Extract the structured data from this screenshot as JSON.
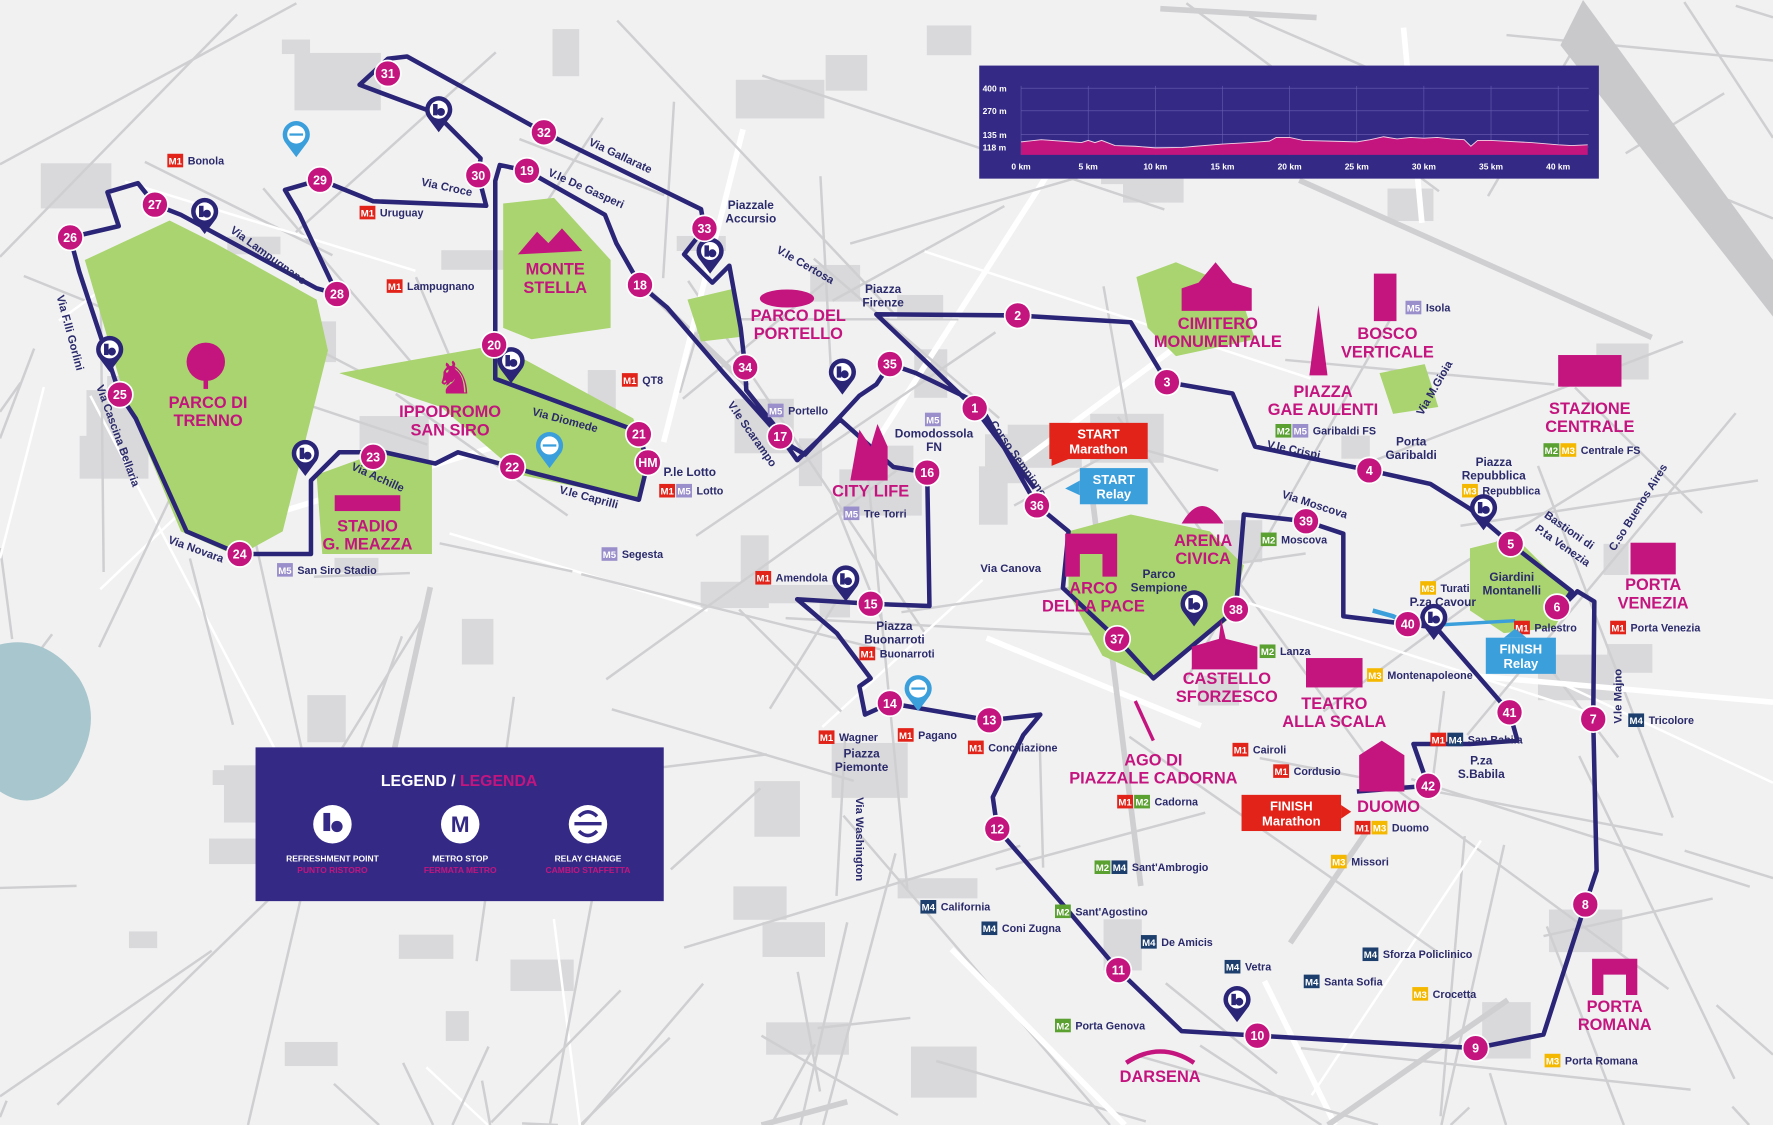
{
  "colors": {
    "route": "#2b2577",
    "marker": "#c4157f",
    "park": "#a9d46f",
    "relay": "#3b9fdc",
    "finish": "#e2231a",
    "panel": "#342a86",
    "M1": "#e2231a",
    "M2": "#5aa131",
    "M3": "#f5b800",
    "M4": "#1d3f6e",
    "M5": "#9b8fcb"
  },
  "markers": [
    "1",
    "2",
    "3",
    "4",
    "5",
    "6",
    "7",
    "8",
    "9",
    "10",
    "11",
    "12",
    "13",
    "14",
    "15",
    "16",
    "17",
    "18",
    "19",
    "20",
    "21",
    "HM",
    "22",
    "23",
    "24",
    "25",
    "26",
    "27",
    "28",
    "29",
    "30",
    "31",
    "32",
    "33",
    "34",
    "35",
    "36",
    "37",
    "38",
    "39",
    "40",
    "41",
    "42"
  ],
  "landmarks": [
    [
      "MONTE",
      "STELLA"
    ],
    [
      "PARCO DEL",
      "PORTELLO"
    ],
    [
      "CIMITERO",
      "MONUMENTALE"
    ],
    [
      "BOSCO",
      "VERTICALE"
    ],
    [
      "PIAZZA",
      "GAE AULENTI"
    ],
    [
      "STAZIONE",
      "CENTRALE"
    ],
    [
      "PARCO DI",
      "TRENNO"
    ],
    [
      "IPPODROMO",
      "SAN SIRO"
    ],
    [
      "STADIO",
      "G. MEAZZA"
    ],
    [
      "CITY LIFE"
    ],
    [
      "ARENA",
      "CIVICA"
    ],
    [
      "ARCO",
      "DELLA PACE"
    ],
    [
      "PORTA",
      "VENEZIA"
    ],
    [
      "CASTELLO",
      "SFORZESCO"
    ],
    [
      "TEATRO",
      "ALLA SCALA"
    ],
    [
      "AGO DI",
      "PIAZZALE CADORNA"
    ],
    [
      "DUOMO"
    ],
    [
      "PORTA",
      "ROMANA"
    ],
    [
      "DARSENA"
    ]
  ],
  "streets": [
    "Via Gallarate",
    "V.le De Gasperi",
    "Via Croce",
    "Via Lampugnano",
    "Via F.lli Gorlini",
    "Via Cascina Bellaria",
    "Via Novara",
    "Via Achille",
    "Via Diomede",
    "V.le Caprilli",
    "V.le Scarampo",
    "V.le Certosa",
    "Corso Sempione",
    "Via Canova",
    "Via Moscova",
    "V.le Crispi",
    "Via M.Gioia",
    "Bastioni di",
    "P.ta Venezia",
    "C.so Buenos Aires",
    "V.le Majno",
    "Via Washington"
  ],
  "places": [
    [
      "Piazzale",
      "Accursio"
    ],
    [
      "Piazza",
      "Firenze"
    ],
    [
      "P.le Lotto"
    ],
    [
      "Piazza",
      "Buonarroti"
    ],
    [
      "Piazza",
      "Piemonte"
    ],
    [
      "Porta",
      "Garibaldi"
    ],
    [
      "Piazza",
      "Repubblica"
    ],
    [
      "Parco",
      "Sempione"
    ],
    [
      "Giardini",
      "Montanelli"
    ],
    [
      "P.za Cavour"
    ],
    [
      "P.za",
      "S.Babila"
    ],
    [
      "Domodossola",
      "FN"
    ]
  ],
  "metro_stops": [
    {
      "name": "Bonola",
      "lines": [
        "M1"
      ]
    },
    {
      "name": "Uruguay",
      "lines": [
        "M1"
      ]
    },
    {
      "name": "Lampugnano",
      "lines": [
        "M1"
      ]
    },
    {
      "name": "QT8",
      "lines": [
        "M1"
      ]
    },
    {
      "name": "Portello",
      "lines": [
        "M5"
      ]
    },
    {
      "name": "",
      "lines": [
        "M5"
      ]
    },
    {
      "name": "Lotto",
      "lines": [
        "M1",
        "M5"
      ]
    },
    {
      "name": "Segesta",
      "lines": [
        "M5"
      ]
    },
    {
      "name": "San Siro Stadio",
      "lines": [
        "M5"
      ]
    },
    {
      "name": "Tre Torri",
      "lines": [
        "M5"
      ]
    },
    {
      "name": "Amendola",
      "lines": [
        "M1"
      ]
    },
    {
      "name": "Buonarroti",
      "lines": [
        "M1"
      ]
    },
    {
      "name": "Wagner",
      "lines": [
        "M1"
      ]
    },
    {
      "name": "Pagano",
      "lines": [
        "M1"
      ]
    },
    {
      "name": "Conciliazione",
      "lines": [
        "M1"
      ]
    },
    {
      "name": "Isola",
      "lines": [
        "M5"
      ]
    },
    {
      "name": "Garibaldi FS",
      "lines": [
        "M2",
        "M5"
      ]
    },
    {
      "name": "Centrale FS",
      "lines": [
        "M2",
        "M3"
      ]
    },
    {
      "name": "Repubblica",
      "lines": [
        "M3"
      ]
    },
    {
      "name": "Moscova",
      "lines": [
        "M2"
      ]
    },
    {
      "name": "Turati",
      "lines": [
        "M3"
      ]
    },
    {
      "name": "Palestro",
      "lines": [
        "M1"
      ]
    },
    {
      "name": "Porta Venezia",
      "lines": [
        "M1"
      ]
    },
    {
      "name": "Lanza",
      "lines": [
        "M2"
      ]
    },
    {
      "name": "Montenapoleone",
      "lines": [
        "M3"
      ]
    },
    {
      "name": "Tricolore",
      "lines": [
        "M4"
      ]
    },
    {
      "name": "San Babila",
      "lines": [
        "M1",
        "M4"
      ]
    },
    {
      "name": "Cairoli",
      "lines": [
        "M1"
      ]
    },
    {
      "name": "Cordusio",
      "lines": [
        "M1"
      ]
    },
    {
      "name": "Cadorna",
      "lines": [
        "M1",
        "M2"
      ]
    },
    {
      "name": "Duomo",
      "lines": [
        "M1",
        "M3"
      ]
    },
    {
      "name": "Sant'Ambrogio",
      "lines": [
        "M2",
        "M4"
      ]
    },
    {
      "name": "Missori",
      "lines": [
        "M3"
      ]
    },
    {
      "name": "California",
      "lines": [
        "M4"
      ]
    },
    {
      "name": "Sant'Agostino",
      "lines": [
        "M2"
      ]
    },
    {
      "name": "Coni Zugna",
      "lines": [
        "M4"
      ]
    },
    {
      "name": "De Amicis",
      "lines": [
        "M4"
      ]
    },
    {
      "name": "Sforza Policlinico",
      "lines": [
        "M4"
      ]
    },
    {
      "name": "Vetra",
      "lines": [
        "M4"
      ]
    },
    {
      "name": "Santa Sofia",
      "lines": [
        "M4"
      ]
    },
    {
      "name": "Crocetta",
      "lines": [
        "M3"
      ]
    },
    {
      "name": "Porta Genova",
      "lines": [
        "M2"
      ]
    },
    {
      "name": "Porta Romana",
      "lines": [
        "M3"
      ]
    }
  ],
  "callouts": {
    "start_marathon": [
      "START",
      "Marathon"
    ],
    "start_relay": [
      "START",
      "Relay"
    ],
    "finish_relay": [
      "FINISH",
      "Relay"
    ],
    "finish_marathon": [
      "FINISH",
      "Marathon"
    ]
  },
  "legend": {
    "title_en": "LEGEND /",
    "title_it": "LEGENDA",
    "items": [
      {
        "icon": "refreshment-icon",
        "en": "REFRESHMENT POINT",
        "it": "PUNTO RISTORO"
      },
      {
        "icon": "metro-icon",
        "glyph": "M",
        "en": "METRO STOP",
        "it": "FERMATA METRO"
      },
      {
        "icon": "relay-icon",
        "en": "RELAY CHANGE",
        "it": "CAMBIO STAFFETTA"
      }
    ]
  },
  "chart_data": {
    "type": "area",
    "title": "Elevation profile",
    "xlabel": "",
    "ylabel": "",
    "x_ticks": [
      "0 km",
      "5 km",
      "10 km",
      "15 km",
      "20 km",
      "25 km",
      "30 km",
      "35 km",
      "40 km"
    ],
    "y_ticks": [
      "400 m",
      "270 m",
      "135 m",
      "118 m"
    ],
    "y_tick_values": [
      400,
      270,
      135,
      118
    ],
    "xlim": [
      0,
      42.2
    ],
    "grid": true,
    "x": [
      0,
      1,
      1.5,
      3,
      4.5,
      5,
      5.5,
      6,
      7,
      8.5,
      10,
      12,
      13,
      15,
      17,
      18.5,
      19,
      20,
      21,
      23,
      25,
      26,
      27,
      28,
      29,
      30,
      31,
      32,
      33,
      33.5,
      34,
      35,
      37,
      38,
      40,
      41,
      42.2
    ],
    "y": [
      125,
      127,
      128,
      126,
      124,
      127,
      124,
      127,
      120,
      119,
      116,
      117,
      119,
      122,
      124,
      126,
      131,
      131,
      127,
      126,
      125,
      128,
      132,
      129,
      131,
      130,
      131,
      129,
      128,
      119,
      127,
      127,
      125,
      124,
      121,
      120,
      121
    ]
  }
}
